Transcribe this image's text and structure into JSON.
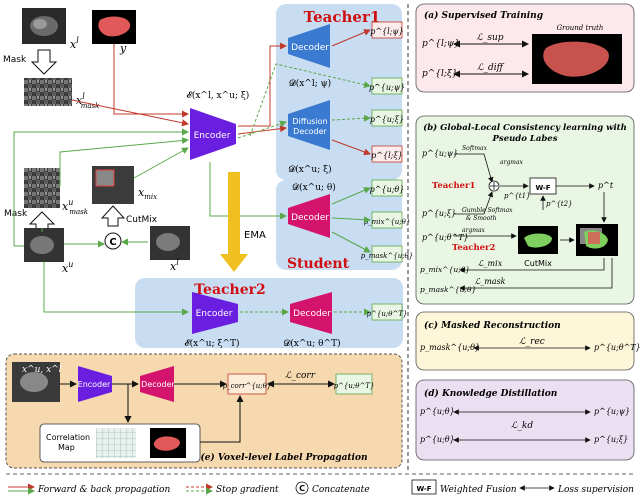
{
  "teacher1_title": "Teacher1",
  "teacher2_title": "Teacher2",
  "student_title": "Student",
  "decoder_label": "Decoder",
  "diffusion_decoder_line1": "Diffusion",
  "diffusion_decoder_line2": "Decoder",
  "encoder_label": "Encoder",
  "mask_label": "Mask",
  "cutmix_label": "CutMix",
  "ema_label": "EMA",
  "concat_symbol": "C",
  "correlation_map_line1": "Correlation",
  "correlation_map_line2": "Map",
  "vars": {
    "x_l": "x",
    "x_l_sup": "l",
    "y": "y",
    "x_mask_l": "x",
    "x_mask_l_sub": "mask",
    "x_mask_l_sup": "l",
    "x_mask_u": "x",
    "x_mask_u_sub": "mask",
    "x_mask_u_sup": "u",
    "x_mix": "x",
    "x_mix_sub": "mix",
    "x_u": "x",
    "x_u_sup": "u",
    "x_l2": "x",
    "x_l2_sup": "l"
  },
  "enc1_caption": "𝓔(x^l, x^u; ξ)",
  "dec1_caption": "𝓓(x^l; ψ)",
  "diff_caption": "𝓓(x^u; ξ)",
  "student_caption": "𝓓(x^u; θ)",
  "enc2_caption": "𝓔(x^u; ξ^T)",
  "dec2_caption": "𝓓(x^u; θ^T)",
  "outputs": {
    "p_l_psi": "p^{l;ψ}",
    "p_u_psi": "p^{u;ψ}",
    "p_u_xi": "p^{u;ξ}",
    "p_l_xi": "p^{l;ξ}",
    "p_u_theta": "p^{u;θ}",
    "p_mix_theta": "p_mix^{u;θ}",
    "p_mask_theta": "p_mask^{u;θ}",
    "p_u_thetaT": "p^{u;θ^T}"
  },
  "panel_a": {
    "title": "(a) Supervised Training",
    "ground_truth": "Ground truth",
    "l_sup": "ℒ_sup",
    "l_diff": "ℒ_diff",
    "p1": "p^{l;ψ}",
    "p2": "p^{l;ξ}"
  },
  "panel_b": {
    "title_line1": "(b) Global-Local Consistency learning with",
    "title_line2": "Pseudo Labes",
    "p_u_psi": "p^{u;ψ}",
    "softmax": "Softmax",
    "argmax1": "argmax",
    "teacher1": "Teacher1",
    "t1": "p^{t1}",
    "wf": "W-F",
    "pt": "p^t",
    "t2": "p^{t2}",
    "p_u_xi": "p^{u;ξ}",
    "gumble_line1": "Gumble Softmax",
    "gumble_line2": "& Smooth",
    "argmax2": "argmax",
    "p_u_thetaT": "p^{u;θ^T}",
    "teacher2": "Teacher2",
    "cutmix": "CutMix",
    "p_mix": "p_mix^{u;θ}",
    "l_mix": "ℒ_mix",
    "p_mask": "p_mask^{u;θ}",
    "l_mask": "ℒ_mask"
  },
  "panel_c": {
    "title": "(c) Masked Reconstruction",
    "left": "p_mask^{u;θ}",
    "loss": "ℒ_rec",
    "right": "p^{u;θ^T}"
  },
  "panel_d": {
    "title": "(d) Knowledge Distillation",
    "left1": "p^{u;θ}",
    "right1": "p^{u;ψ}",
    "loss": "ℒ_kd",
    "left2": "p^{u;θ}",
    "right2": "p^{u;ξ}"
  },
  "panel_e": {
    "title": "(e) Voxel-level Label Propagation",
    "inputs": "x^u, x^l",
    "encoder": "Encoder",
    "decoder": "Decoder",
    "p_corr": "p_corr^{u;θ}",
    "l_corr": "ℒ_corr",
    "p_thetaT": "p^{u;θ^T}"
  },
  "legend": {
    "forward": "Forward & back propagation",
    "stop": "Stop gradient",
    "concat_symbol": "C",
    "concat": "Concatenate",
    "wf_box": "W-F",
    "wf": "Weighted Fusion",
    "loss": "Loss supervision"
  },
  "colors": {
    "teacher1_bg": "#c8dcf2",
    "teacher2_bg": "#c8dcf2",
    "encoder": "#6a1fe0",
    "decoder": "#3a7ad0",
    "student": "#d4146c",
    "panel_a": "#fde8ec",
    "panel_b": "#eaf6e4",
    "panel_c": "#fdf6d8",
    "panel_d": "#ebe0f2",
    "panel_e": "#f7d9b0",
    "arrow_red": "#c0392b",
    "arrow_green": "#5aa84a",
    "ema": "#f0c020"
  }
}
